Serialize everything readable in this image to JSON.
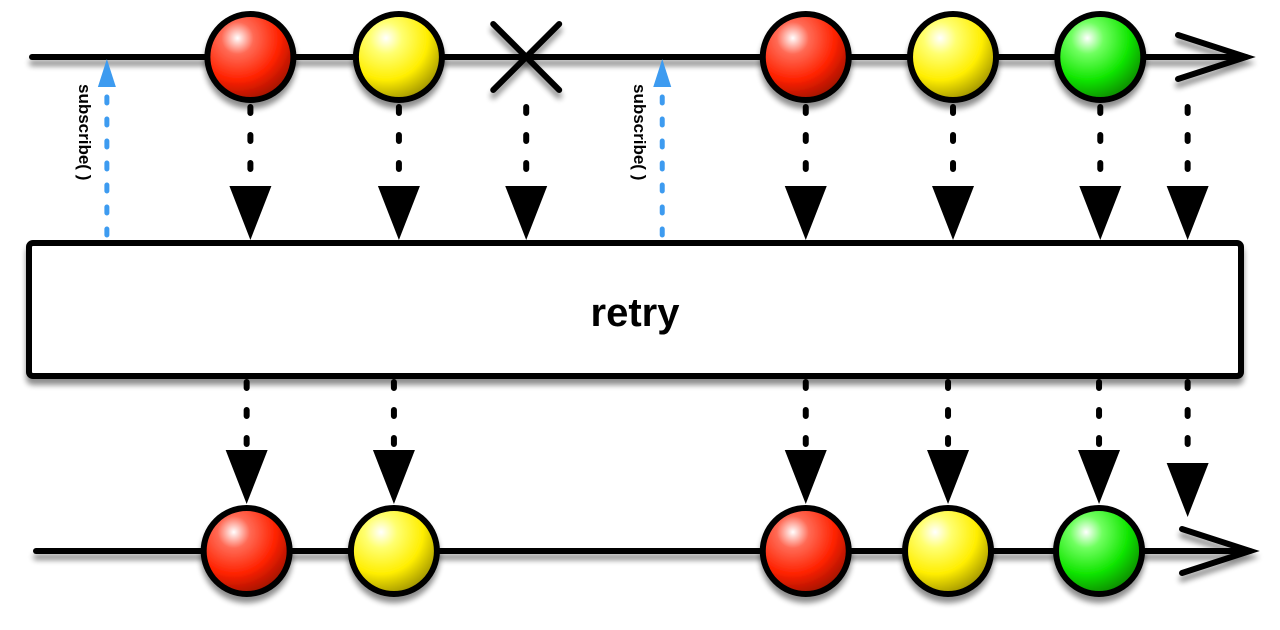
{
  "title": "retry marble diagram",
  "operator": {
    "label": "retry"
  },
  "colors": {
    "red": "#ff2a00",
    "yellow": "#fff200",
    "green": "#22ee11",
    "subscribe": "#3d9bf0",
    "line": "#000000"
  },
  "source": {
    "subscriptions": [
      {
        "label": "subscribe( )",
        "time": 0.06
      },
      {
        "label": "subscribe( )",
        "time": 0.505
      }
    ],
    "events": [
      {
        "kind": "item",
        "color": "red",
        "time": 0.175
      },
      {
        "kind": "item",
        "color": "yellow",
        "time": 0.294
      },
      {
        "kind": "error",
        "time": 0.396
      },
      {
        "kind": "item",
        "color": "red",
        "time": 0.62
      },
      {
        "kind": "item",
        "color": "yellow",
        "time": 0.738
      },
      {
        "kind": "item",
        "color": "green",
        "time": 0.856
      },
      {
        "kind": "complete",
        "time": 0.926
      }
    ]
  },
  "result": {
    "events": [
      {
        "kind": "item",
        "color": "red",
        "time": 0.172
      },
      {
        "kind": "item",
        "color": "yellow",
        "time": 0.29
      },
      {
        "kind": "item",
        "color": "red",
        "time": 0.62
      },
      {
        "kind": "item",
        "color": "yellow",
        "time": 0.734
      },
      {
        "kind": "item",
        "color": "green",
        "time": 0.855
      },
      {
        "kind": "complete",
        "time": 0.926
      }
    ]
  }
}
